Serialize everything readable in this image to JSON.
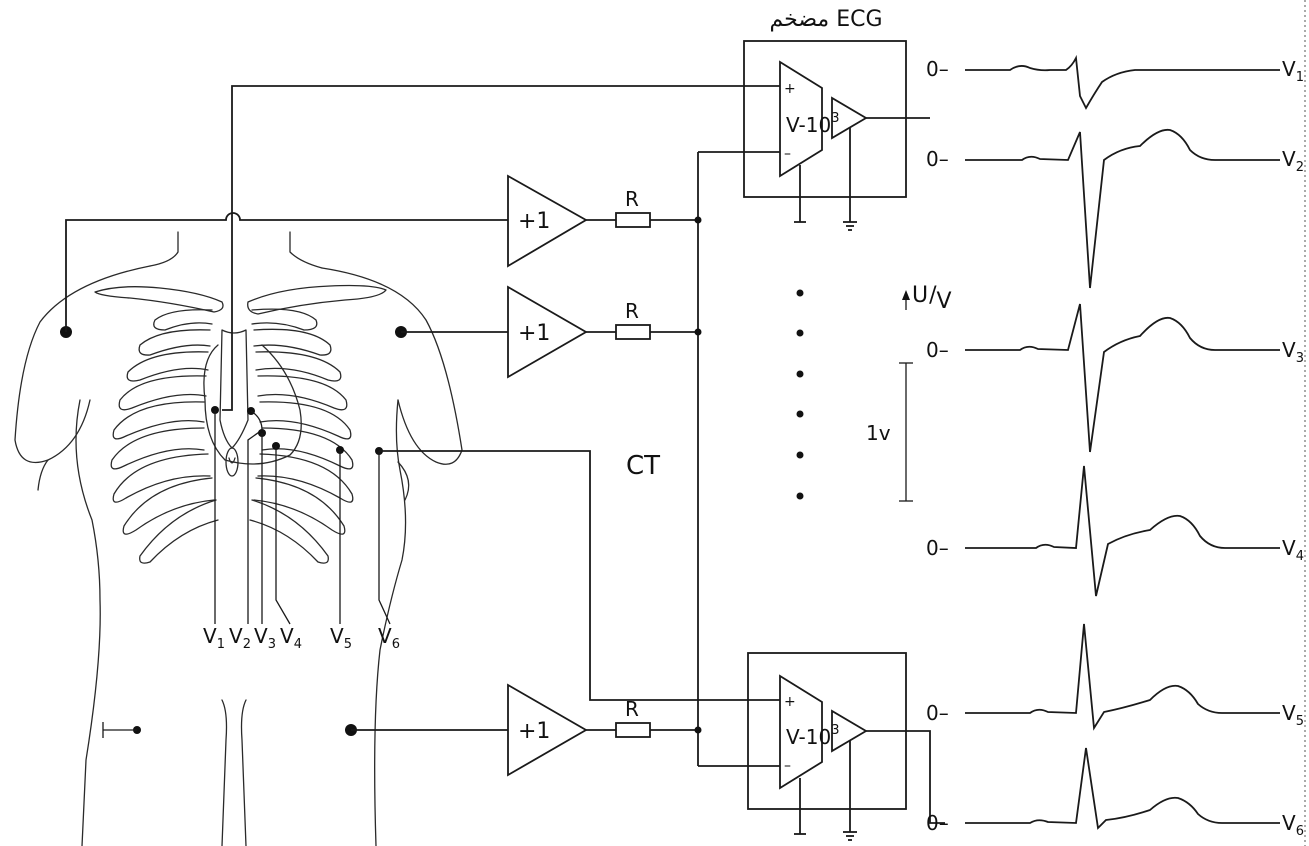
{
  "title": {
    "ecg_amplifier": "مضخم ECG"
  },
  "buffers": {
    "label": "+1"
  },
  "resistor": {
    "label": "R"
  },
  "amplifier": {
    "gain_prefix": "V-10",
    "gain_exp": "3",
    "plus": "+",
    "minus": "–"
  },
  "center_terminal": "CT",
  "axis": {
    "u_label": "U",
    "v_label": "V",
    "scale_label": "1v"
  },
  "zero_label": "0–",
  "leads": [
    {
      "main": "V",
      "sub": "1"
    },
    {
      "main": "V",
      "sub": "2"
    },
    {
      "main": "V",
      "sub": "3"
    },
    {
      "main": "V",
      "sub": "4"
    },
    {
      "main": "V",
      "sub": "5"
    },
    {
      "main": "V",
      "sub": "6"
    }
  ],
  "colors": {
    "ink": "#111111",
    "background": "#ffffff"
  }
}
